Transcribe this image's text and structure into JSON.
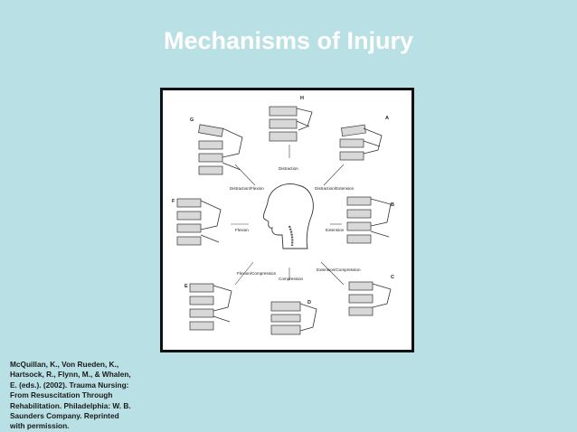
{
  "slide": {
    "title": "Mechanisms of Injury"
  },
  "figure": {
    "center_label": "Distraction",
    "mechanisms": [
      {
        "letter": "H",
        "label": "Distraction"
      },
      {
        "letter": "A",
        "label": "Distraction/Extension"
      },
      {
        "letter": "B",
        "label": "Extension"
      },
      {
        "letter": "C",
        "label": "Extension/Compression"
      },
      {
        "letter": "D",
        "label": "Compression"
      },
      {
        "letter": "E",
        "label": "Flexion/Compression"
      },
      {
        "letter": "F",
        "label": "Flexion"
      },
      {
        "letter": "G",
        "label": "Distraction/Flexion"
      }
    ]
  },
  "citation": {
    "lines": [
      "McQuillan, K., Von Rueden, K.,",
      "Hartsock, R., Flynn, M., & Whalen,",
      "E. (eds.).  (2002). Trauma Nursing:",
      "From Resuscitation Through",
      "Rehabilitation. Philadelphia: W. B.",
      "Saunders Company. Reprinted",
      "with permission."
    ]
  }
}
